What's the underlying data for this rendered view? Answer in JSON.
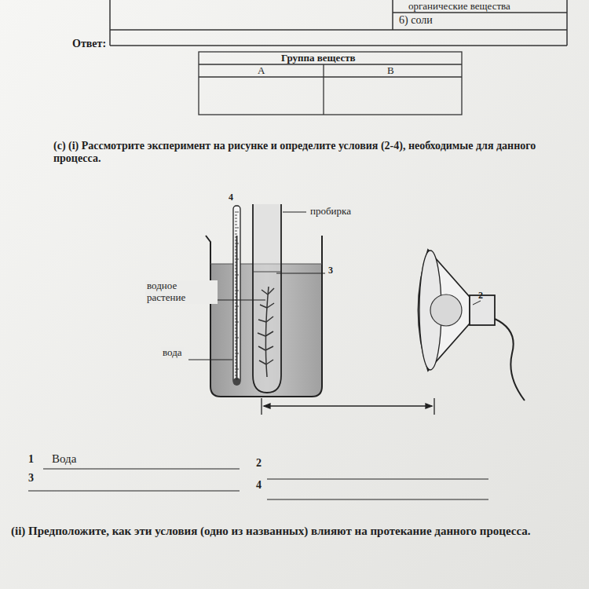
{
  "diagram": {
    "labels": [
      "органические вещества",
      "6) соли",
      "Ответ:",
      "Группа веществ",
      "A",
      "B",
      "(c) (i) Рассмотрите эксперимент на рисунке и определите условия (2-4), необходимые для данного процесса.",
      "4",
      "пробирка",
      "3",
      "водное растение",
      "2",
      "вода",
      "1",
      "Вода",
      "2",
      "3",
      "4",
      "(ii) Предположите, как эти условия (одно из названных) влияют на протекание данного процесса."
    ]
  }
}
